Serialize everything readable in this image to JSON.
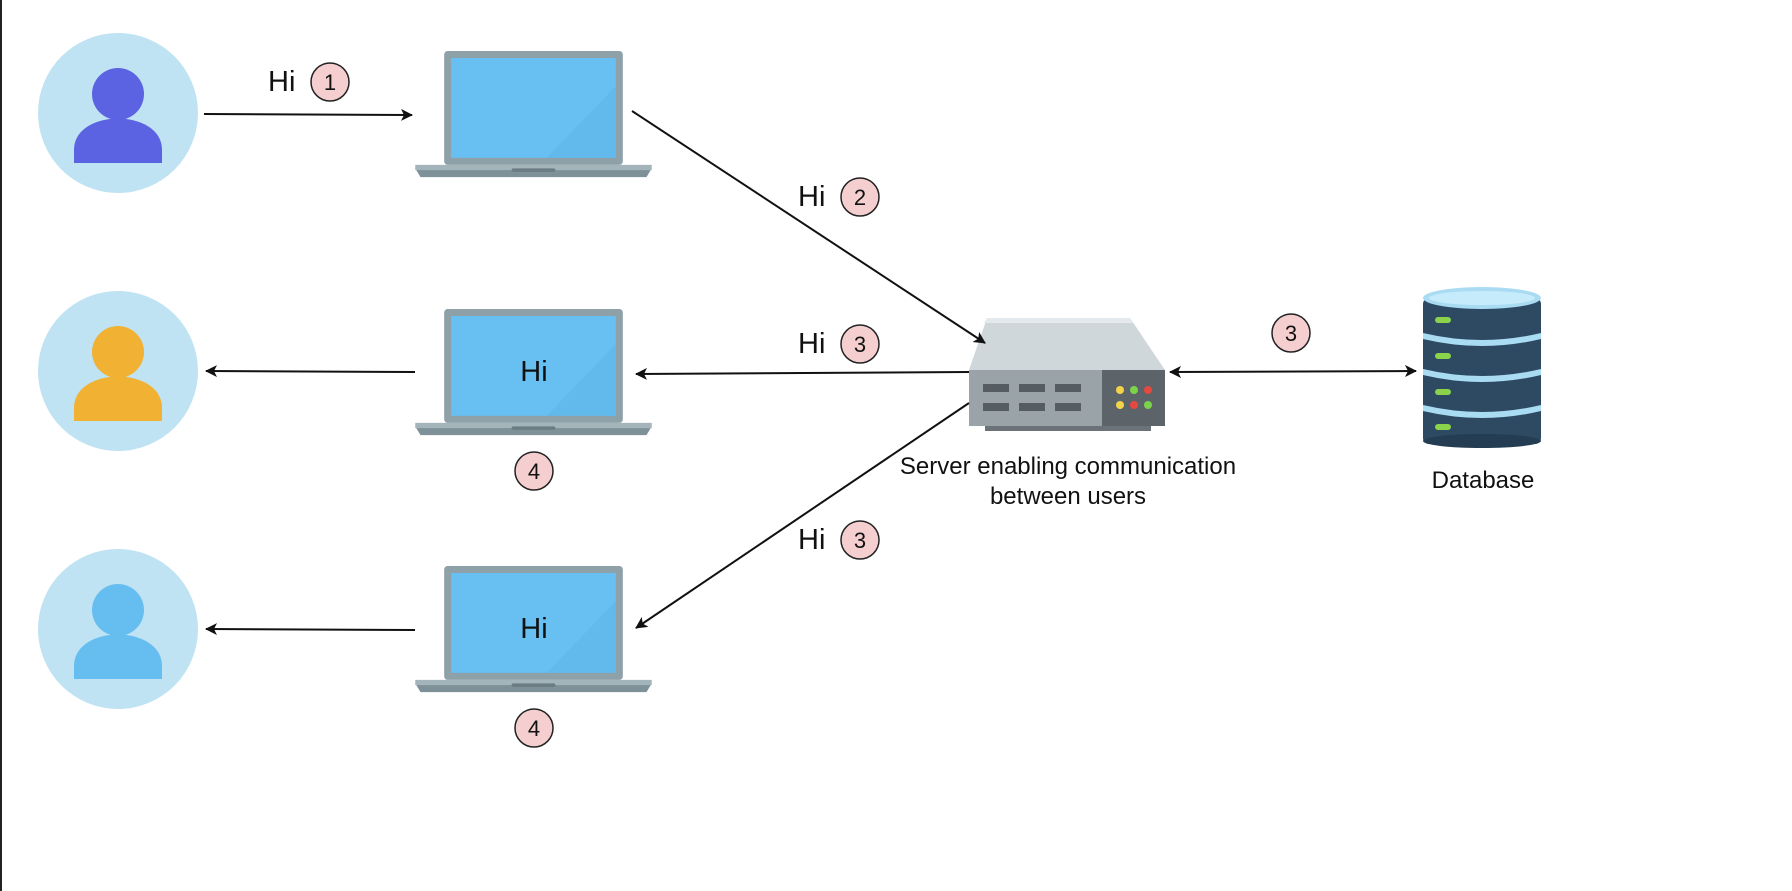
{
  "colors": {
    "background": "#ffffff",
    "avatar_bg": "#bfe3f2",
    "user1": "#5b63e3",
    "user2": "#f1b133",
    "user3": "#66bef0",
    "laptop_frame": "#8fa1a8",
    "laptop_screen": "#67bff2",
    "badge_fill": "#f5cfcf",
    "badge_stroke": "#222222",
    "arrow": "#111111",
    "server_body": "#9aa3a8",
    "server_top": "#cfd7db",
    "db_body": "#2e4a63",
    "db_ring": "#a9dcf3",
    "db_led": "#8bd34a"
  },
  "users": [
    {
      "id": "sender",
      "icon": "user-icon",
      "color_key": "user1"
    },
    {
      "id": "receiver-1",
      "icon": "user-icon",
      "color_key": "user2"
    },
    {
      "id": "receiver-2",
      "icon": "user-icon",
      "color_key": "user3"
    }
  ],
  "laptops": [
    {
      "id": "sender-laptop",
      "icon": "laptop-icon",
      "screen_text": ""
    },
    {
      "id": "receiver-laptop-1",
      "icon": "laptop-icon",
      "screen_text": "Hi"
    },
    {
      "id": "receiver-laptop-2",
      "icon": "laptop-icon",
      "screen_text": "Hi"
    }
  ],
  "messages": {
    "m1": {
      "text": "Hi",
      "step": "1"
    },
    "m2": {
      "text": "Hi",
      "step": "2"
    },
    "m3a": {
      "text": "Hi",
      "step": "3"
    },
    "m3b": {
      "text": "Hi",
      "step": "3"
    },
    "db": {
      "step": "3"
    }
  },
  "laptop_steps": {
    "laptop1": "4",
    "laptop2": "4"
  },
  "server": {
    "icon": "server-icon",
    "caption_line1": "Server enabling communication",
    "caption_line2": "between users"
  },
  "database": {
    "icon": "database-icon",
    "caption": "Database"
  }
}
